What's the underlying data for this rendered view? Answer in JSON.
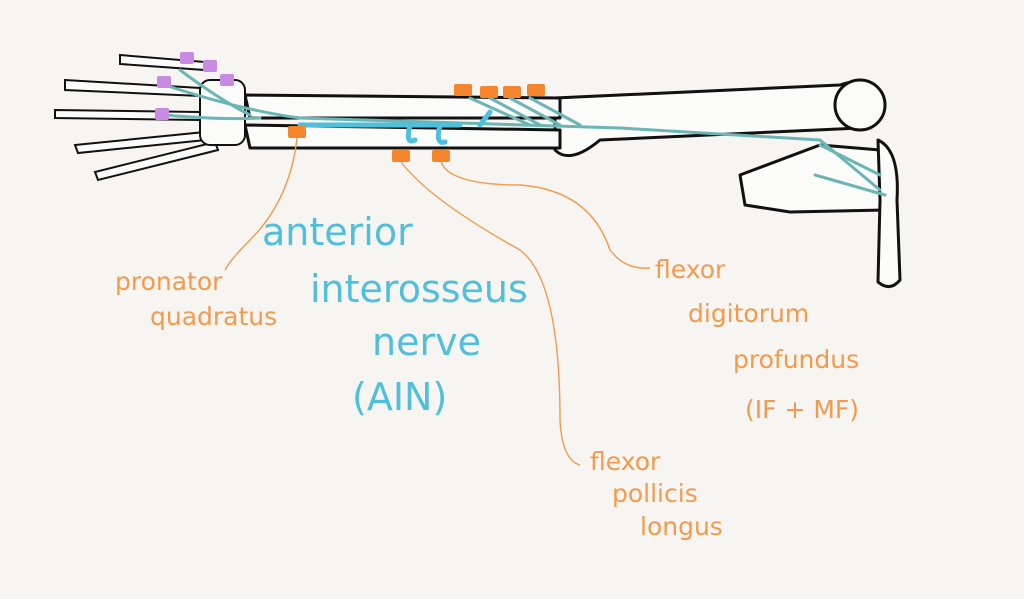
{
  "title": "anterior interosseus nerve (AIN)",
  "nerve_label": {
    "line1": "anterior",
    "line2": "interosseus",
    "line3": "nerve",
    "line4": "(AIN)"
  },
  "muscles": {
    "pronator_quadratus": {
      "line1": "pronator",
      "line2": "quadratus"
    },
    "flexor_pollicis_longus": {
      "line1": "flexor",
      "line2": "pollicis",
      "line3": "longus"
    },
    "flexor_digitorum_profundus": {
      "line1": "flexor",
      "line2": "digitorum",
      "line3": "profundus",
      "line4": "(IF + MF)"
    }
  },
  "colors": {
    "nerve_label": "#4fbfdc",
    "muscle_label": "#f39a4c",
    "muscle_marker": "#f5862e",
    "finger_marker": "#c98be2",
    "nerve": "#6bb6b4"
  }
}
